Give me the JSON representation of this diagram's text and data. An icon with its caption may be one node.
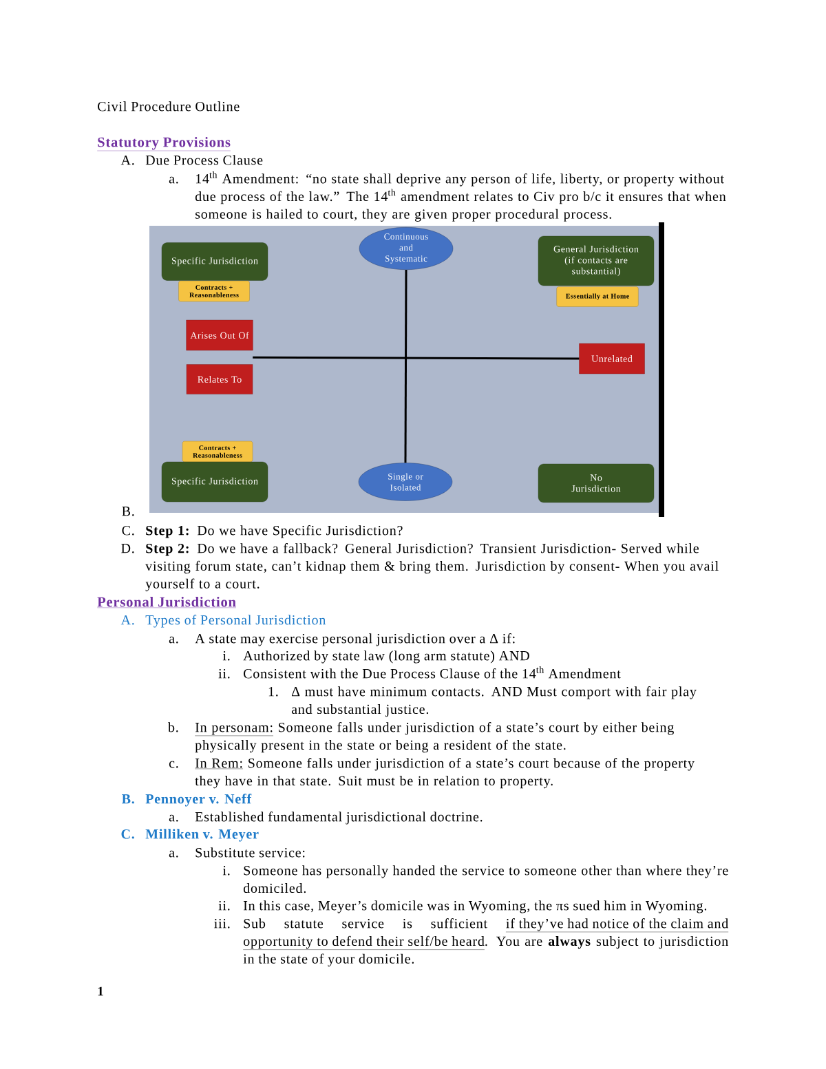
{
  "diagram": {
    "title": "Civil Procedure Outline",
    "nodes": [
      {
        "text": [
          "Specific Jurisdiction"
        ]
      },
      {
        "text": [
          "Contracts + Reasonableness"
        ]
      },
      {
        "text": [
          "Continuous and Systematic"
        ]
      },
      {
        "text": [
          "General Jurisdiction (if contacts are substantial)"
        ]
      },
      {
        "text": [
          "Essentially at Home"
        ]
      },
      {
        "text": [
          "Arises Out Of"
        ]
      },
      {
        "text": [
          "Unrelated"
        ]
      },
      {
        "text": [
          "Relates To"
        ]
      },
      {
        "text": [
          "Contracts + Reasonableness"
        ]
      },
      {
        "text": [
          "Specific Jurisdiction"
        ]
      },
      {
        "text": [
          "Single or Isolated"
        ]
      },
      {
        "text": [
          "No Jurisdiction"
        ]
      }
    ],
    "edges": [
      {
        "from": 2,
        "to": 10,
        "arrow": "none"
      },
      {
        "from": 7,
        "to": 6,
        "arrow": "none"
      }
    ],
    "labels": [
      "Statutory Provisions",
      "A.",
      "Due Process Clause",
      "a.",
      "14$^{th}$ Amendment: “no state shall deprive any person of life, liberty, or property without due process of the law.” The 14$^{th}$ amendment relates to Civ pro b/c it ensures that when someone is hailed to court, they are given proper procedural process.",
      "B.",
      "C.",
      "**Step 1:** Do we have Specific Jurisdiction?",
      "D.",
      "**Step 2:** Do we have a fallback? General Jurisdiction? Transient Jurisdiction- Served while visiting forum state, can’t kidnap them & bring them. Jurisdiction by consent- When you avail yourself to a court.",
      "Personal Jurisdiction",
      "A.",
      "Types of Personal Jurisdiction",
      "a.",
      "A state may exercise personal jurisdiction over a Δ if:",
      "i.",
      "Authorized by state law (long arm statute) AND",
      "ii.",
      "Consistent with the Due Process Clause of the 14$^{th}$ Amendment",
      "1.",
      "Δ must have minimum contacts. AND Must comport with fair play and substantial justice.",
      "b.",
      "In personam:",
      "Someone falls under jurisdiction of a state’s court by either being physically present in the state or being a resident of the state.",
      "c.",
      "In Rem:",
      "Someone falls under jurisdiction of a state’s court because of the property they have in that state. Suit must be in relation to property.",
      "B.",
      "Pennoyer v. Neff",
      "a.",
      "Established fundamental jurisdictional doctrine.",
      "C.",
      "Milliken v. Meyer",
      "a.",
      "Substitute service:",
      "i.",
      "Someone has personally handed the service to someone other than where they’re domiciled.",
      "ii.",
      "In this case, Meyer’s domicile was in Wyoming, the πs sued him in Wyoming.",
      "iii.",
      "Sub statute service is sufficient",
      "if they’ve had notice of the claim and",
      "opportunity to defend their self/be heard",
      ". You are **always** subject to jurisdiction in the state of your domicile.",
      "1"
    ]
  }
}
